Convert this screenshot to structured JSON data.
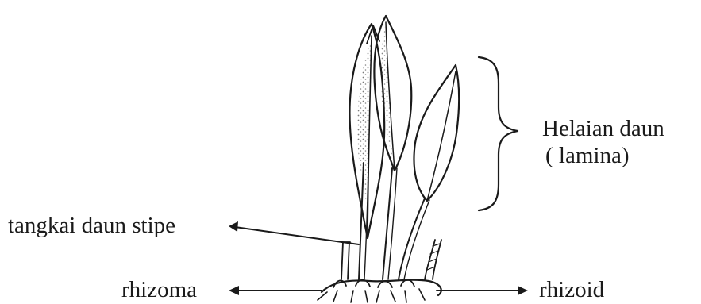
{
  "labels": {
    "lamina_line1": "Helaian daun",
    "lamina_line2": "( lamina)",
    "stipe": "tangkai daun stipe",
    "rhizome": "rhizoma",
    "rhizoid": "rhizoid"
  }
}
